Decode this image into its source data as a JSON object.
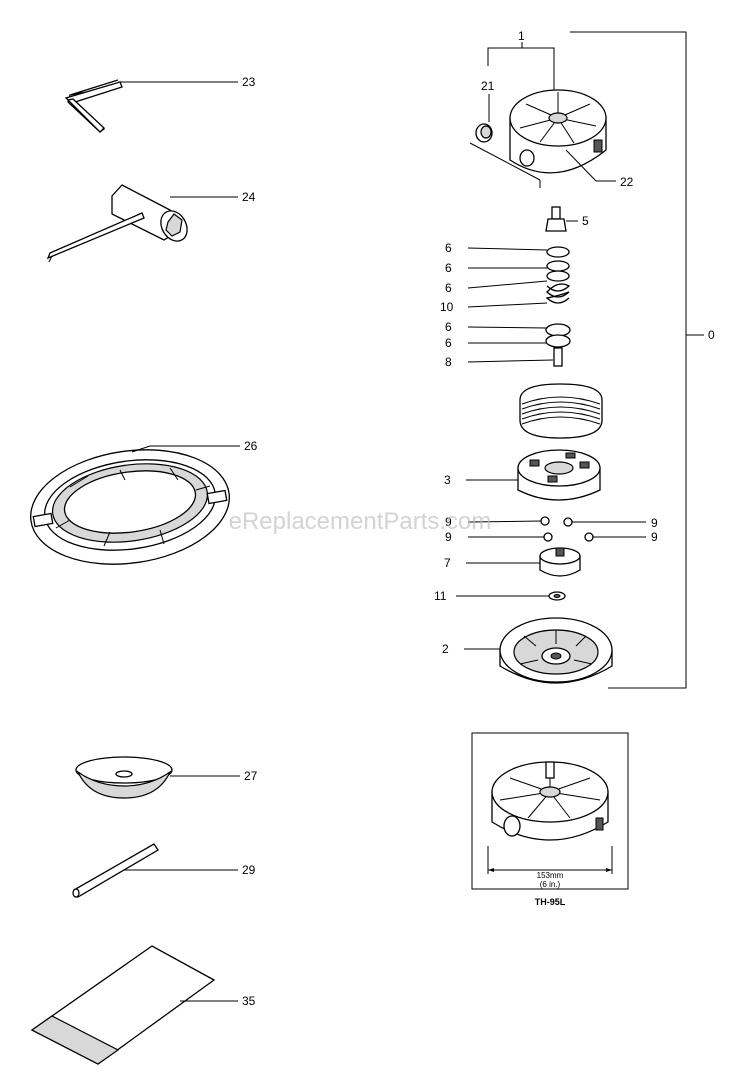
{
  "watermark": "eReplacementParts.com",
  "callouts": {
    "c0": "0",
    "c1": "1",
    "c2": "2",
    "c3": "3",
    "c5": "5",
    "c6a": "6",
    "c6b": "6",
    "c6c": "6",
    "c6d": "6",
    "c6e": "6",
    "c7": "7",
    "c8": "8",
    "c9a": "9",
    "c9b": "9",
    "c9c": "9",
    "c9d": "9",
    "c10": "10",
    "c11": "11",
    "c21": "21",
    "c22": "22",
    "c23": "23",
    "c24": "24",
    "c26": "26",
    "c27": "27",
    "c29": "29",
    "c35": "35"
  },
  "inset": {
    "dim_mm": "153mm",
    "dim_in": "(6 in.)",
    "model": "TH-95L"
  },
  "parts": [
    {
      "name": "allen-wrench",
      "icon": "allen-wrench-icon"
    },
    {
      "name": "spark-plug-wrench",
      "icon": "t-wrench-icon"
    },
    {
      "name": "guard-ring",
      "icon": "ring-icon"
    },
    {
      "name": "cap",
      "icon": "dish-icon"
    },
    {
      "name": "rod",
      "icon": "rod-icon"
    },
    {
      "name": "manual",
      "icon": "envelope-icon"
    }
  ]
}
